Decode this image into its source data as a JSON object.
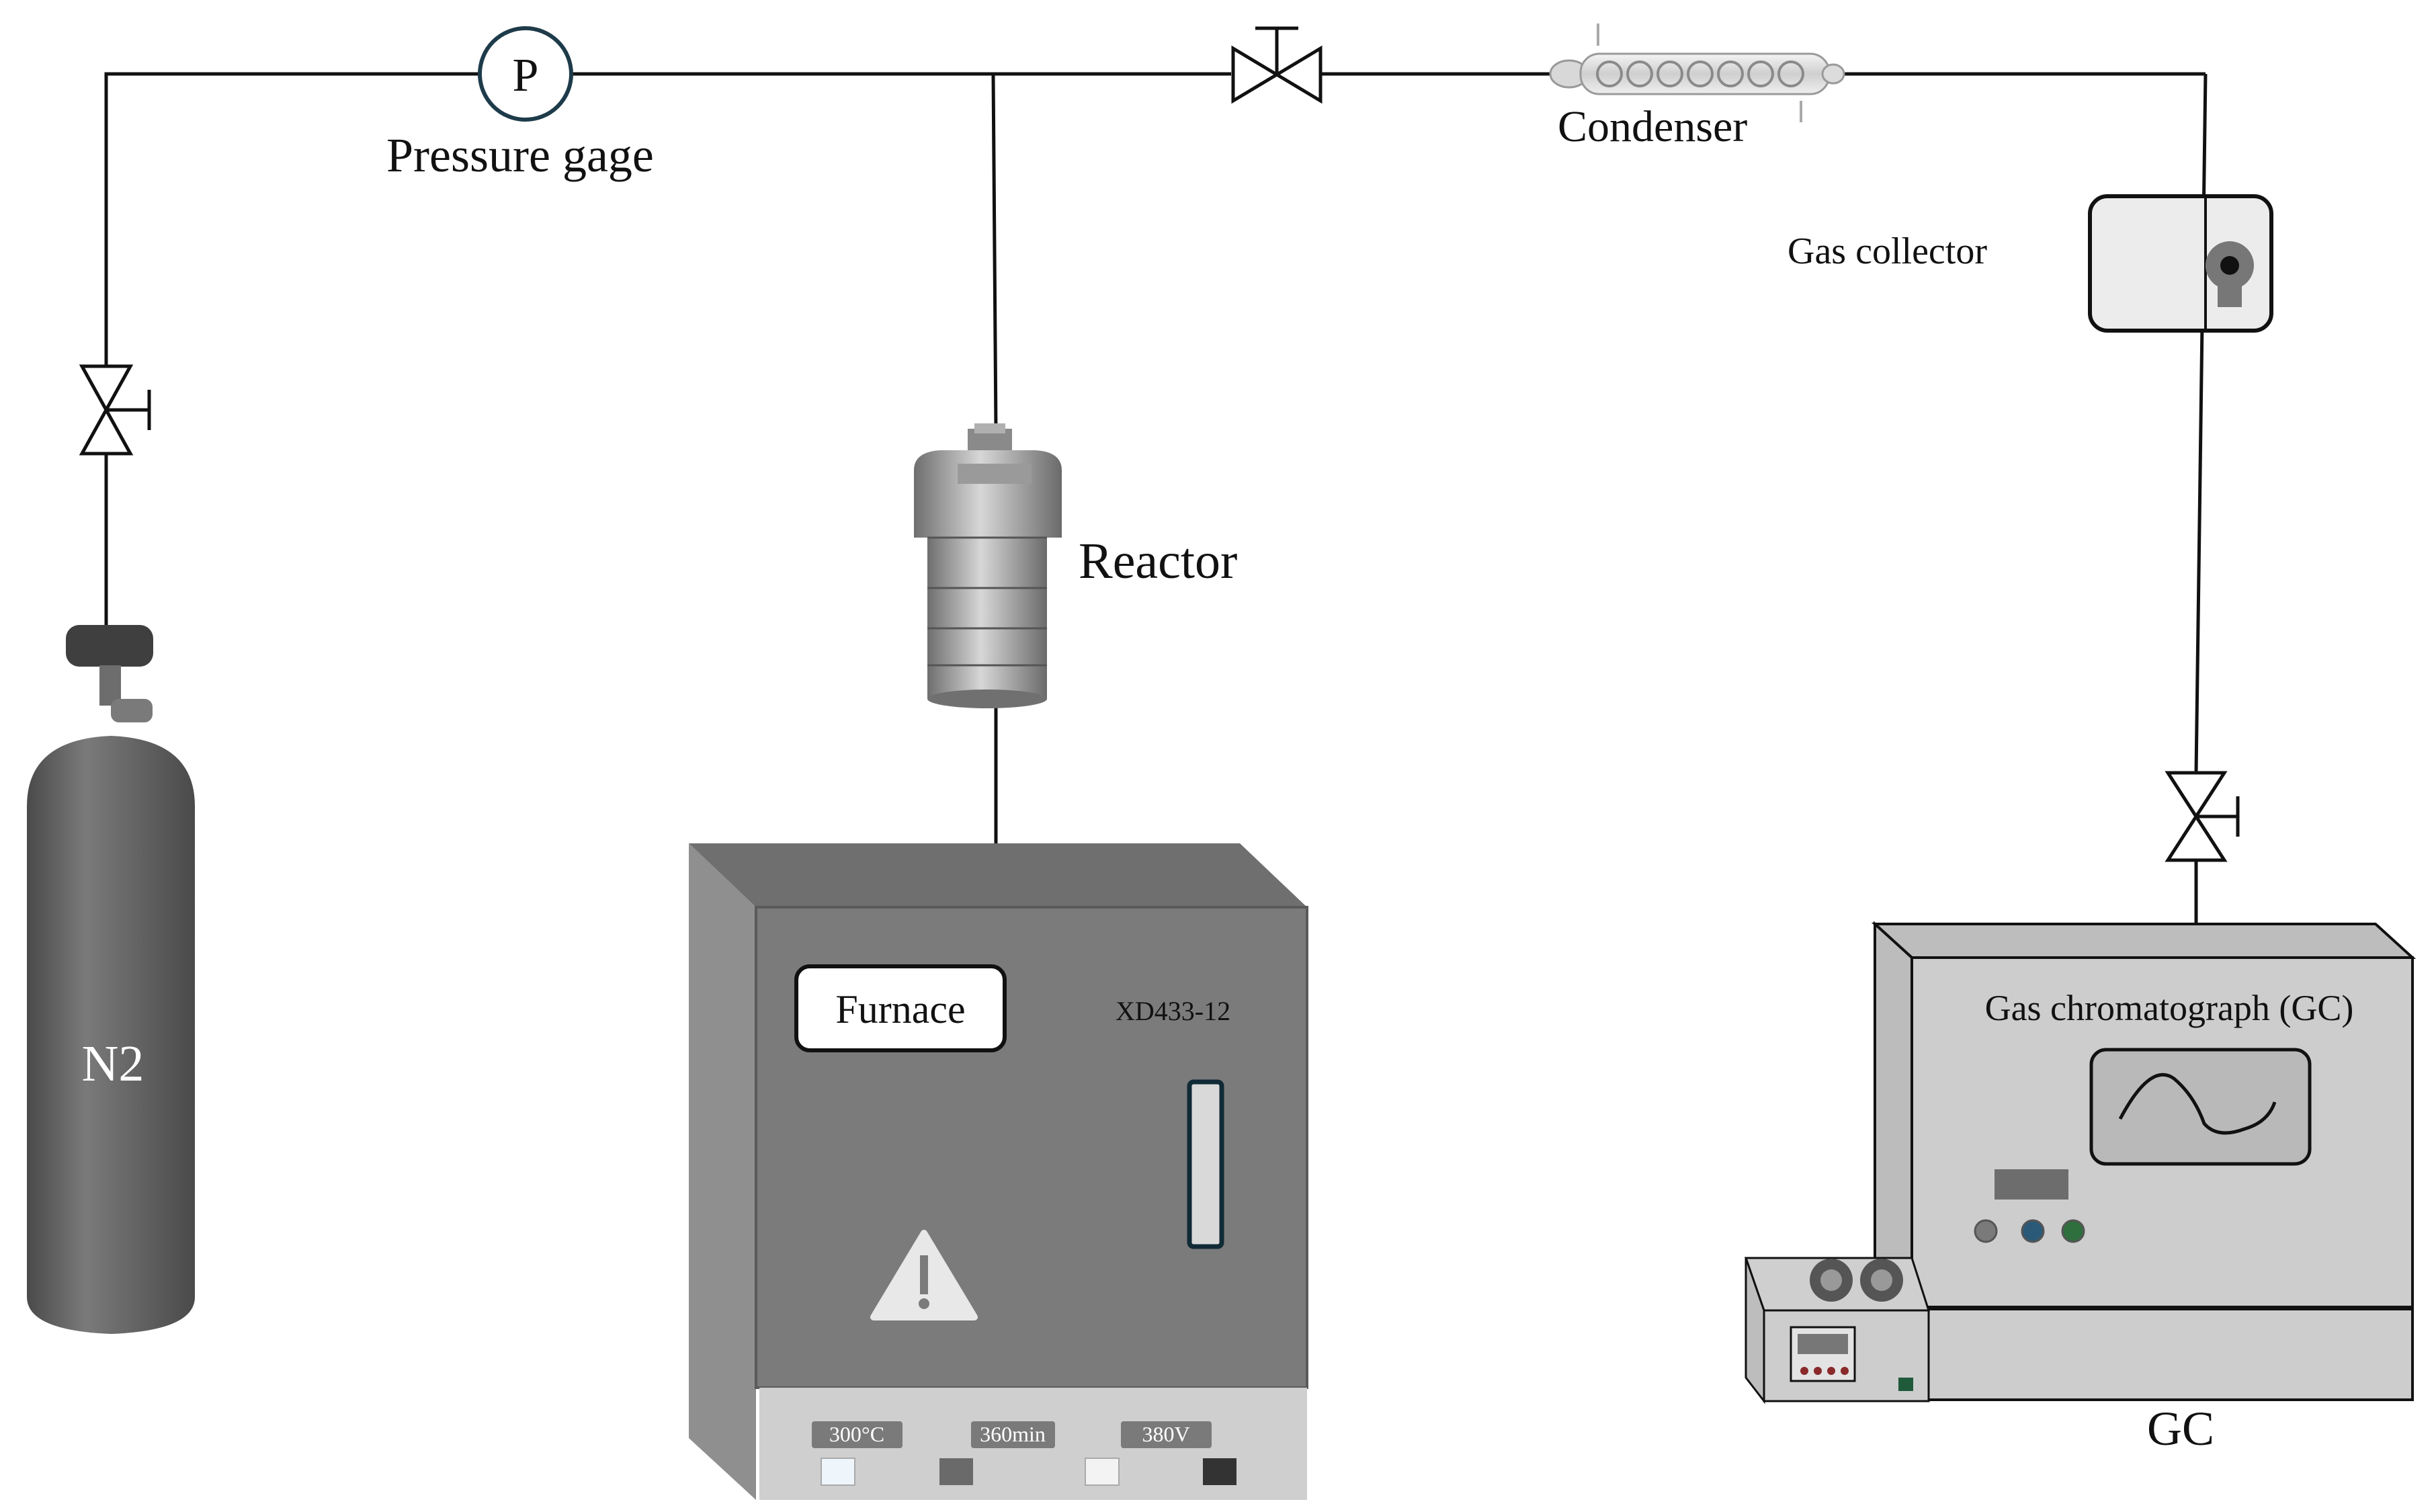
{
  "labels": {
    "pressure_gage_symbol": "P",
    "pressure_gage": "Pressure gage",
    "condenser": "Condenser",
    "gas_collector": "Gas collector",
    "reactor": "Reactor",
    "cylinder": "N2",
    "furnace": "Furnace",
    "furnace_model": "XD433-12",
    "gc_panel_title": "Gas chromatograph (GC)",
    "gc": "GC"
  },
  "furnace_panel": {
    "temperature": "300°C",
    "time": "360min",
    "voltage": "380V"
  },
  "colors": {
    "pipe": "#111111",
    "cylinder": "#5f5f5f",
    "furnace_body": "#8a8a8a",
    "furnace_front": "#7a7a7a",
    "furnace_base": "#cfcfcf",
    "gc_body": "#c9c9c9",
    "gc_front": "#cdcdcd",
    "gc_screen": "#b9b9b9"
  },
  "icons": [
    "valve-icon",
    "warning-icon",
    "pressure-gage-icon",
    "condenser-icon",
    "gas-collector-icon"
  ]
}
